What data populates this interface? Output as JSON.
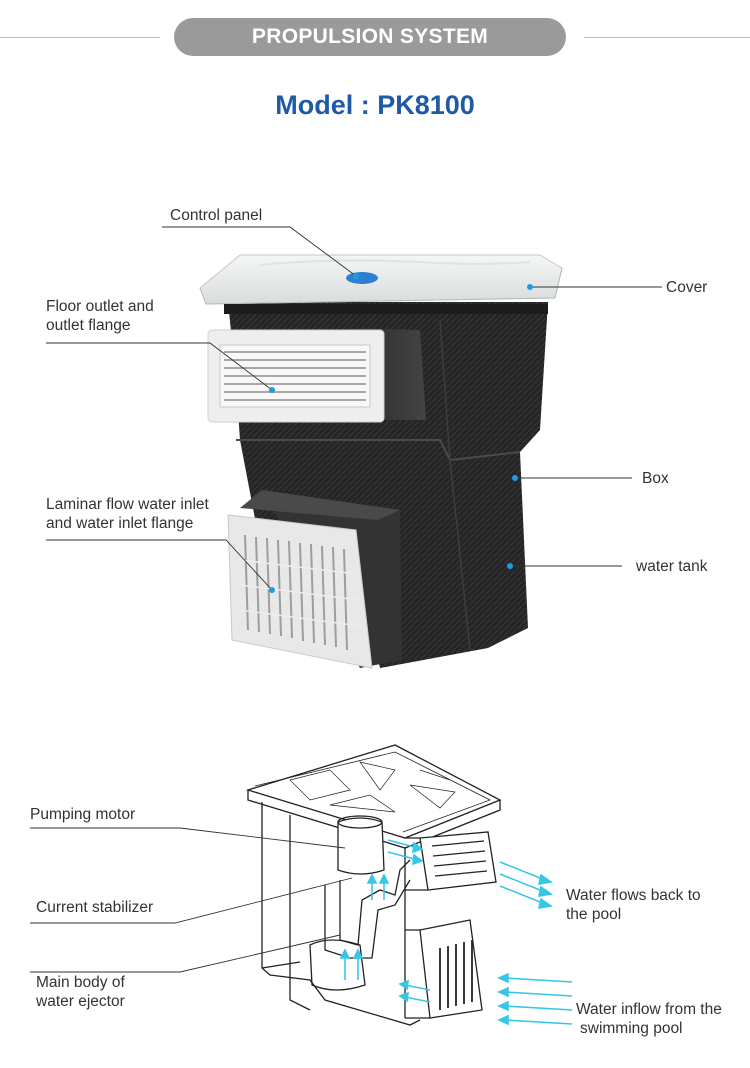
{
  "header": {
    "title": "PROPULSION SYSTEM"
  },
  "model": {
    "title": "Model : PK8100"
  },
  "product_labels": {
    "control_panel": "Control panel",
    "cover": "Cover",
    "floor_outlet_1": "Floor outlet and",
    "floor_outlet_2": "outlet flange",
    "box": "Box",
    "laminar_1": "Laminar flow water inlet",
    "laminar_2": "and water inlet flange",
    "water_tank": "water tank"
  },
  "diagram_labels": {
    "pumping_motor": "Pumping motor",
    "current_stabilizer": "Current stabilizer",
    "main_body_1": "Main body of",
    "main_body_2": "water ejector",
    "flows_back_1": "Water flows back to",
    "flows_back_2": "the pool",
    "inflow_1": "Water inflow from the",
    "inflow_2": "swimming pool"
  },
  "colors": {
    "title_blue": "#1f5aa6",
    "pill_gray": "#9a9a9a",
    "leader_dot": "#1e9be0",
    "flow_arrow": "#38c6e6"
  }
}
